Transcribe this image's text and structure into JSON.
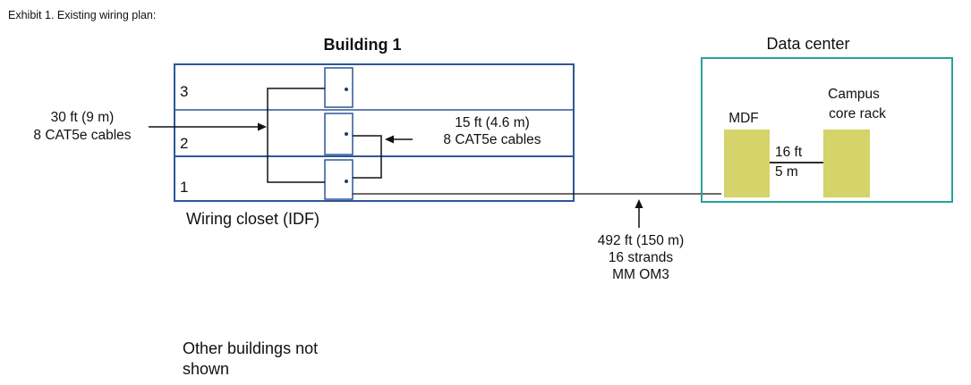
{
  "exhibit_caption": "Exhibit 1. Existing wiring plan:",
  "building": {
    "title": "Building 1",
    "floors": [
      "3",
      "2",
      "1"
    ],
    "closet_label": "Wiring closet (IDF)"
  },
  "data_center": {
    "title": "Data center",
    "mdf_label": "MDF",
    "core_rack_label_line1": "Campus",
    "core_rack_label_line2": "core rack",
    "link_length_line1": "16 ft",
    "link_length_line2": "5 m"
  },
  "annotations": {
    "floor3_run_line1": "30 ft (9 m)",
    "floor3_run_line2": "8 CAT5e cables",
    "floor2_run_line1": "15 ft (4.6 m)",
    "floor2_run_line2": "8 CAT5e cables",
    "fiber_run_line1": "492 ft (150 m)",
    "fiber_run_line2": "16 strands",
    "fiber_run_line3": "MM OM3"
  },
  "footnote_line1": "Other buildings not",
  "footnote_line2": "shown",
  "colors": {
    "building_border": "#2f5597",
    "data_center_border": "#2aa198",
    "rack_fill": "#d4d46a",
    "line": "#111111"
  }
}
